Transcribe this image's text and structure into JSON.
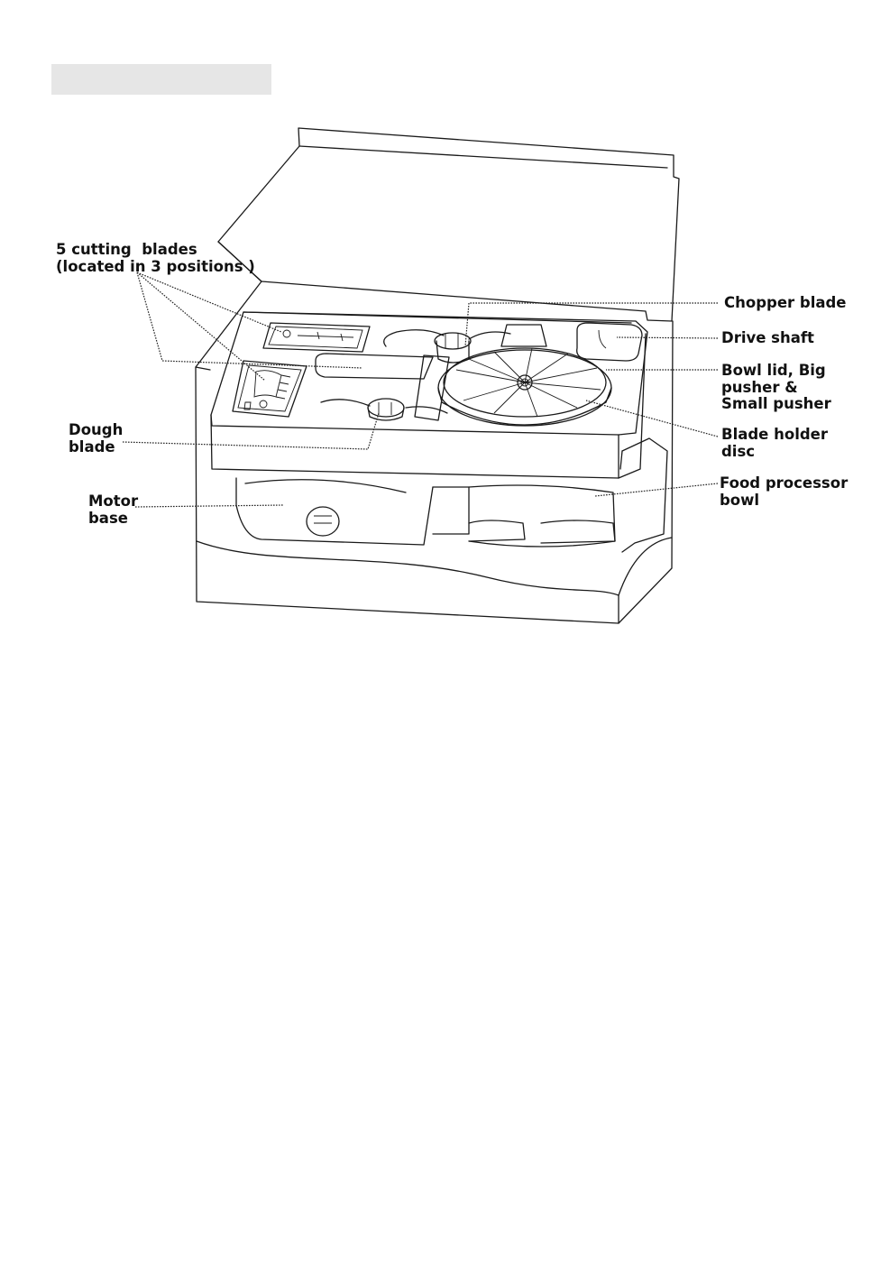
{
  "header": {
    "text": ""
  },
  "labels": {
    "cutting_blades": "5 cutting  blades\n(located in 3 positions )",
    "chopper_blade": "Chopper blade",
    "drive_shaft": "Drive shaft",
    "bowl_lid": "Bowl lid, Big\npusher &\nSmall pusher",
    "blade_holder": "Blade holder\ndisc",
    "food_processor_bowl": "Food processor\nbowl",
    "dough_blade": "Dough\nblade",
    "motor_base": "Motor\nbase"
  }
}
